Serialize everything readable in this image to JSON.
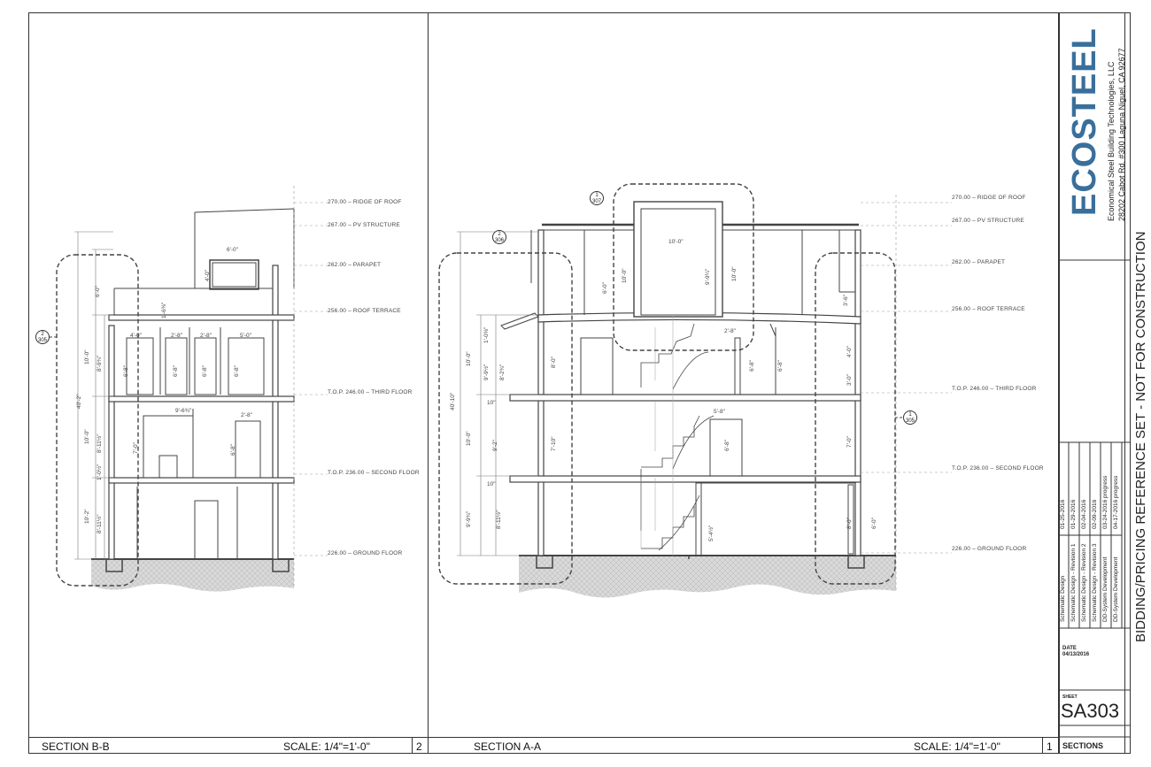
{
  "title_block": {
    "company_name": "Economical Steel Building Technologies, LLC",
    "company_address": "28202 Cabot Rd. #300 Laguna Niguel, CA 92677",
    "logo_text": "ECOSTEEL",
    "stamp_text": "BIDDING/PRICING REFERENCE SET - NOT FOR CONSTRUCTION",
    "revisions": [
      {
        "label": "Schematic Design",
        "date": "01-25-2016"
      },
      {
        "label": "Schematic Design - Revision 1",
        "date": "01-29-2016"
      },
      {
        "label": "Schematic Design - Revision 2",
        "date": "02-04-2016"
      },
      {
        "label": "Schematic Design - Revision 3",
        "date": "02-09-2016"
      },
      {
        "label": "DD-System Development",
        "date": "03-24-2016 progress"
      },
      {
        "label": "DD-System Development",
        "date": "04-17-2016 progress"
      }
    ],
    "date_label": "DATE",
    "date_value": "04/13/2016",
    "sheet_label": "SHEET",
    "sheet_number": "SA303",
    "sheet_title": "SECTIONS"
  },
  "views": [
    {
      "name": "SECTION B-B",
      "scale": "SCALE: 1/4\"=1'-0\"",
      "number": "2"
    },
    {
      "name": "SECTION A-A",
      "scale": "SCALE: 1/4\"=1'-0\"",
      "number": "1"
    }
  ],
  "levels": [
    {
      "elev": "270.00",
      "name": "RIDGE OF ROOF"
    },
    {
      "elev": "267.00",
      "name": "PV STRUCTURE"
    },
    {
      "elev": "262.00",
      "name": "PARAPET"
    },
    {
      "elev": "256.00",
      "name": "ROOF TERRACE"
    },
    {
      "elev": "T.O.P. 246.00",
      "name": "THIRD FLOOR"
    },
    {
      "elev": "T.O.P. 236.00",
      "name": "SECOND FLOOR"
    },
    {
      "elev": "226.00",
      "name": "GROUND FLOOR"
    }
  ],
  "callouts": {
    "b_left": [
      "2",
      "305"
    ],
    "a_stair": [
      "1",
      "307"
    ],
    "a_left": [
      "2",
      "306"
    ],
    "a_right": [
      "1",
      "305"
    ]
  },
  "dims_b": {
    "overall": "40'-2\"",
    "parapet": "6'-0\"",
    "third": "10'-0\"",
    "second": "10'-0\"",
    "ground": "10'-2\"",
    "window_w": "6'-0\"",
    "window_h": "4'-0\"",
    "slab": "1'-6⅜\"",
    "room1": "4'-0\"",
    "room2": "2'-8\"",
    "room3": "2'-8\"",
    "room4": "5'-0\"",
    "room5": "9'-6¾\"",
    "room6": "2'-8\"",
    "h1": "8'-9¾\"",
    "h2": "8'-11½\"",
    "h3": "8'-11½\"",
    "door1": "6'-8\"",
    "door2": "6'-8\"",
    "door3": "6'-8\"",
    "door4": "6'-8\"",
    "door5": "6'-8\"",
    "door6": "7'-0\"",
    "slab2": "1'-0½\""
  },
  "dims_a": {
    "overall": "40'-10\"",
    "third": "10'-0\"",
    "second": "10'-0\"",
    "ground": "9'-9¾\"",
    "top": "1'-0⅝\"",
    "h1": "9'-9½\"",
    "h2": "8'-2¾\"",
    "h3": "9'-2\"",
    "h4": "8'-11½\"",
    "slab1": "10\"",
    "slab2": "10\"",
    "pent_w": "10'-0\"",
    "pent_h1": "10'-0\"",
    "pent_h2": "9'-9¼\"",
    "pent_h3": "10'-0\"",
    "pv": "6'-0\"",
    "stair_w": "2'-8\"",
    "d1": "8'-0\"",
    "d2": "7'-10\"",
    "d3": "6'-8\"",
    "d4": "6'-8\"",
    "d5": "5'-8\"",
    "d6": "6'-8\"",
    "d7": "5'-4½\"",
    "r1": "3'-6\"",
    "r2": "4'-0\"",
    "r3": "3'-0\"",
    "r4": "7'-0\"",
    "r5": "8'-0\"",
    "r6": "6'-0\""
  }
}
